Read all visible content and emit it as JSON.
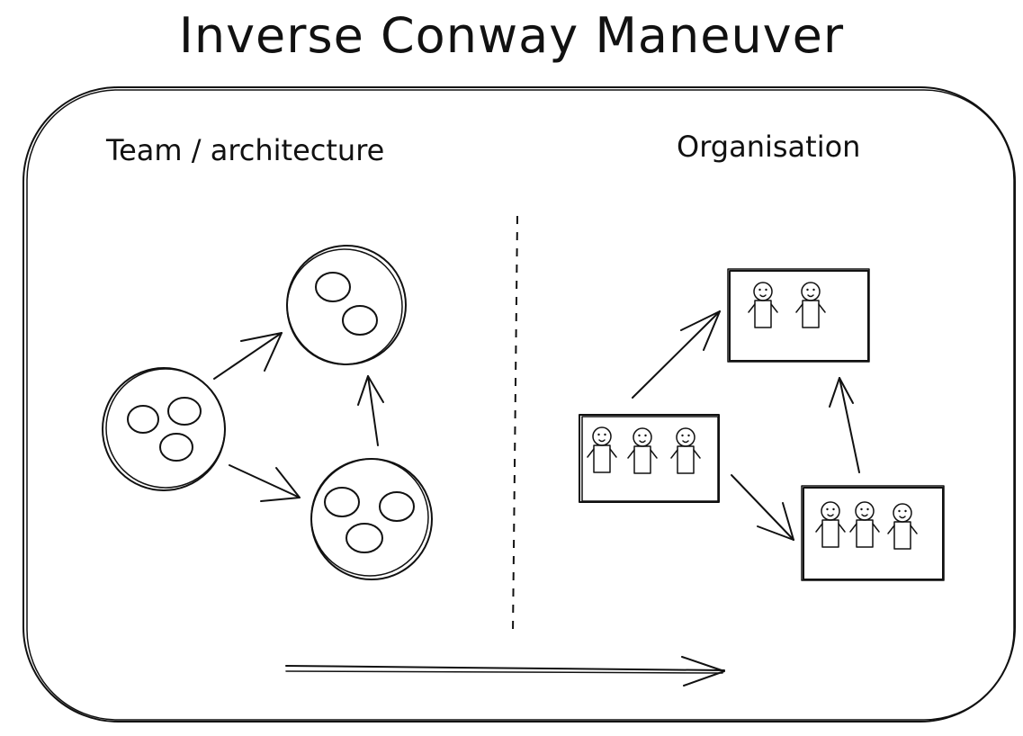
{
  "title": "Inverse Conway Maneuver",
  "left_panel": {
    "heading": "Team / architecture"
  },
  "right_panel": {
    "heading": "Organisation"
  },
  "colors": {
    "ink": "#111111",
    "background": "#ffffff"
  },
  "icons": [
    "team-circle-icon",
    "team-member-icon",
    "arrow-icon",
    "person-icon",
    "org-team-box-icon"
  ]
}
